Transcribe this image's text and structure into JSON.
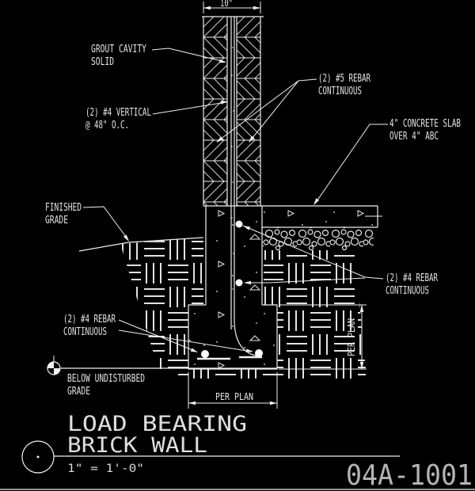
{
  "drawing_title": {
    "line1": "LOAD BEARING",
    "line2": "BRICK WALL"
  },
  "scale": "1\" = 1'-0\"",
  "sheet_number": "04A-1001",
  "dimensions": {
    "wall_width": "10\"",
    "footing_width": "PER PLAN",
    "footing_depth": "PER PLAN"
  },
  "callouts": {
    "grout_cavity": {
      "line1": "GROUT CAVITY",
      "line2": "SOLID"
    },
    "vertical_rebar": {
      "line1": "(2) #4 VERTICAL",
      "line2": "@ 48\" O.C."
    },
    "bond_beam_rebar": {
      "line1": "(2) #5 REBAR",
      "line2": "CONTINUOUS"
    },
    "concrete_slab": {
      "line1": "4\" CONCRETE SLAB",
      "line2": "OVER 4\" ABC"
    },
    "finished_grade": {
      "line1": "FINISHED",
      "line2": "GRADE"
    },
    "stem_wall_rebar": {
      "line1": "(2) #4 REBAR",
      "line2": "CONTINUOUS"
    },
    "footing_rebar": {
      "line1": "(2) #4 REBAR",
      "line2": "CONTINUOUS"
    },
    "below_grade": {
      "line1": "BELOW UNDISTURBED",
      "line2": "GRADE"
    }
  },
  "colors": {
    "background": "#000000",
    "line": "#f0f0f0",
    "text": "#e4e4e4",
    "sheet_number": "#b4b4b4"
  }
}
